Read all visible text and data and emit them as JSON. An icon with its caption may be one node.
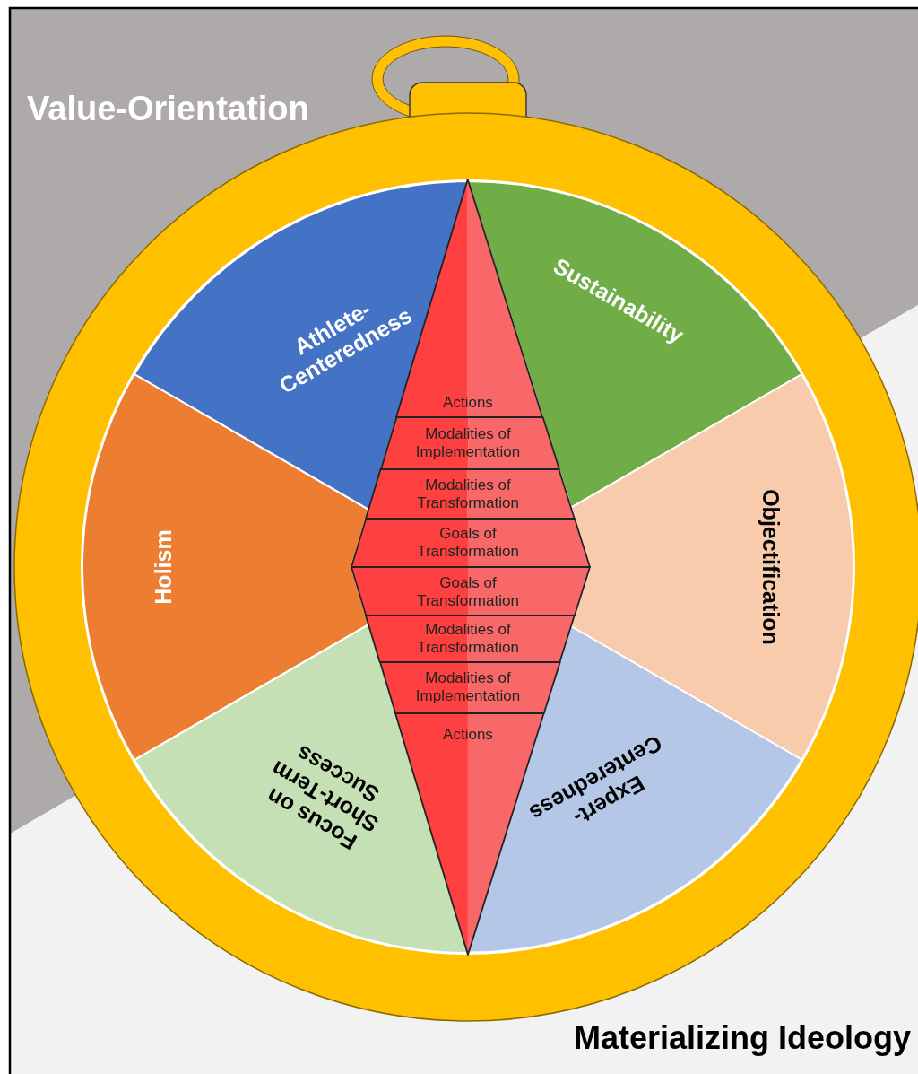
{
  "diagram": {
    "nodes": [
      {
        "text": [
          "Athlete-Centeredness"
        ]
      },
      {
        "text": [
          "Sustainability"
        ]
      },
      {
        "text": [
          "Holism"
        ]
      },
      {
        "text": [
          "Objectification"
        ]
      },
      {
        "text": [
          "Focus on Short-Term Success"
        ]
      },
      {
        "text": [
          "Expert-Centeredness"
        ]
      },
      {
        "text": [
          "Actions"
        ]
      },
      {
        "text": [
          "Modalities of Implementation"
        ]
      },
      {
        "text": [
          "Modalities of Transformation"
        ]
      },
      {
        "text": [
          "Goals of Transformation"
        ]
      },
      {
        "text": [
          "Goals of Transformation"
        ]
      },
      {
        "text": [
          "Modalities of Transformation"
        ]
      },
      {
        "text": [
          "Modalities of Implementation"
        ]
      },
      {
        "text": [
          "Actions"
        ]
      }
    ],
    "labels": [
      "Value-Orientation",
      "Materializing Ideology"
    ]
  }
}
